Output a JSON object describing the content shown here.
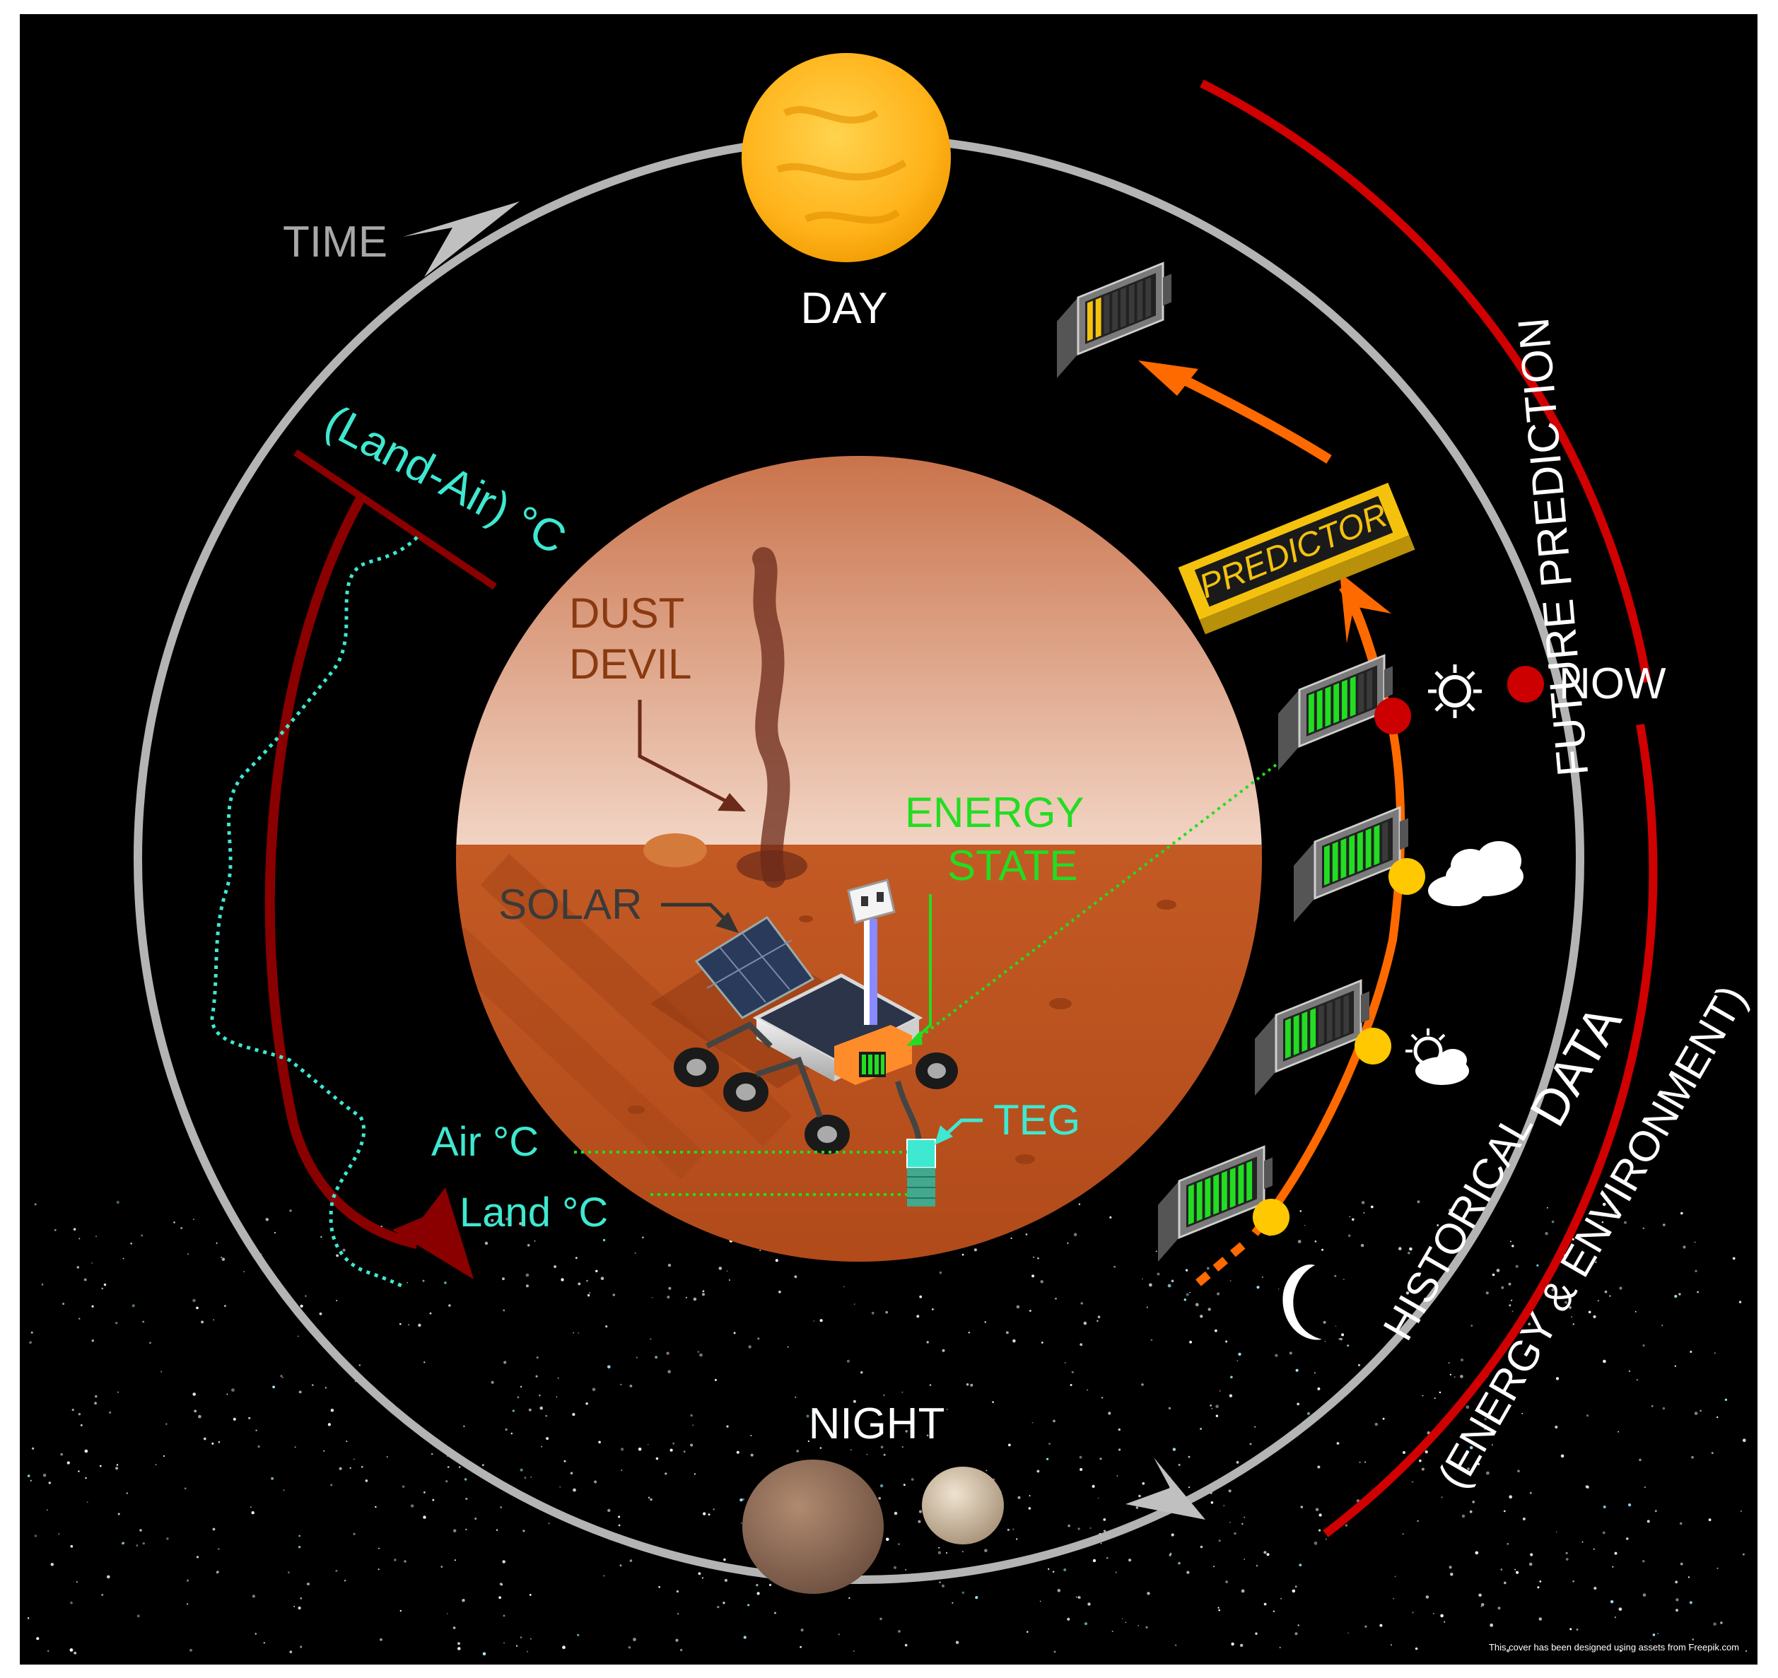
{
  "labels": {
    "time": "TIME",
    "day": "DAY",
    "night": "NIGHT",
    "land_air": "(Land-Air) °C",
    "dust_devil_1": "DUST",
    "dust_devil_2": "DEVIL",
    "energy_state_1": "ENERGY",
    "energy_state_2": "STATE",
    "solar": "SOLAR",
    "teg": "TEG",
    "air_c": "Air °C",
    "land_c": "Land °C",
    "predictor": "PREDICTOR",
    "now": "NOW",
    "future_prediction": "FUTURE PREDICTION",
    "historical": "HISTORICAL",
    "data": "DATA",
    "energy_environment": "(ENERGY & ENVIRONMENT)",
    "credit": "This cover has been designed using assets from Freepik.com"
  },
  "battery_levels": {
    "future": 0.3,
    "now": 0.75,
    "cloudy": 0.9,
    "partly_cloudy": 0.55,
    "night": 0.95
  },
  "colors": {
    "background": "#000000",
    "ring": "#b4b4b4",
    "red_arc": "#d00000",
    "dark_red": "#8a0000",
    "orange_path": "#ff6a00",
    "cyan": "#3fe8d0",
    "green": "#22dd22",
    "yellow_dot": "#ffc800",
    "red_dot": "#cc0000",
    "dust_text": "#8a3a10",
    "solar_text": "#3a3a3a",
    "predictor_bg": "#f4c20d"
  }
}
